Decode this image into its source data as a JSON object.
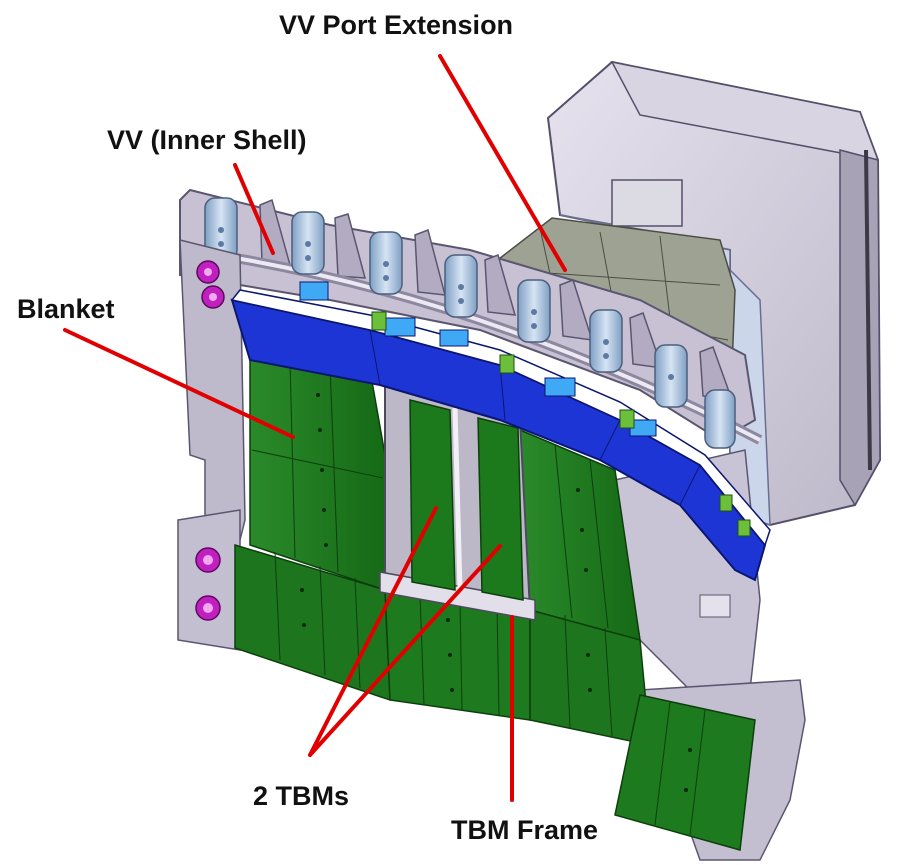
{
  "figure": {
    "labels": {
      "vv_port_extension": "VV Port Extension",
      "vv_inner_shell": "VV (Inner Shell)",
      "blanket": "Blanket",
      "tbms": "2 TBMs",
      "tbm_frame": "TBM Frame"
    },
    "colors": {
      "leader_line": "#e10000",
      "blanket_green": "#1f7a1f",
      "blanket_green_dark": "#125c12",
      "manifold_blue": "#1e35d6",
      "manifold_light_blue": "#3fa9f5",
      "vessel_gray": "#c9c4d4",
      "vessel_gray_dark": "#8f8a9c",
      "port_gray": "#a8ab9e",
      "cylinder_blue": "#a9c3e0",
      "connector_magenta": "#c020c0"
    }
  }
}
